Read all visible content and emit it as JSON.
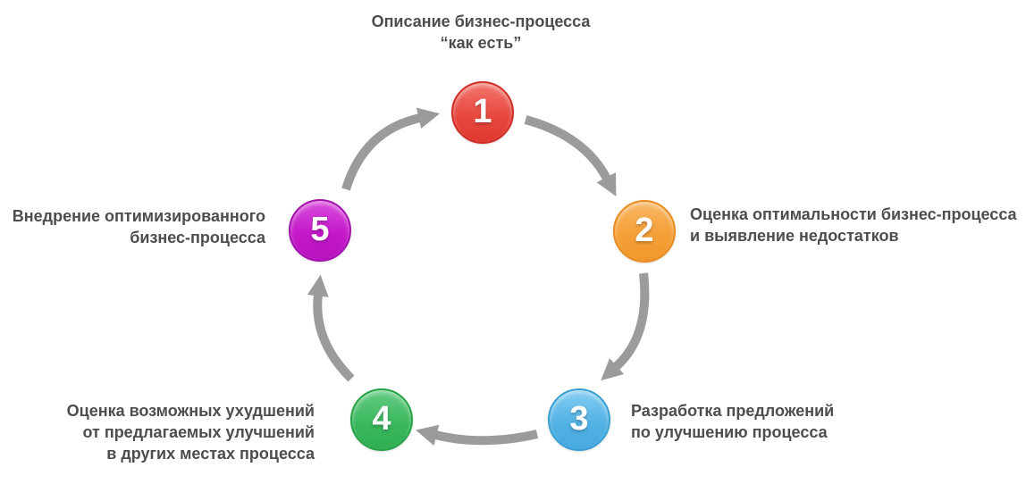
{
  "diagram": {
    "name": "business-process-optimization-cycle",
    "steps": [
      {
        "number": "1",
        "label": "Описание бизнес-процесса\n“как есть”",
        "color": "#e74840",
        "position": "top"
      },
      {
        "number": "2",
        "label": "Оценка оптимальности бизнес-процесса\nи выявление недостатков",
        "color": "#f5a037",
        "position": "right"
      },
      {
        "number": "3",
        "label": "Разработка предложений\nпо улучшению процесса",
        "color": "#53b2e4",
        "position": "bottom-right"
      },
      {
        "number": "4",
        "label": "Оценка возможных ухудшений\nот предлагаемых улучшений\nв других местах процесса",
        "color": "#3bb85e",
        "position": "bottom-left"
      },
      {
        "number": "5",
        "label": "Внедрение оптимизированного\nбизнес-процесса",
        "color": "#c318c9",
        "position": "left"
      }
    ],
    "flow": [
      "1→2",
      "2→3",
      "3→4",
      "4→5",
      "5→1"
    ],
    "colors": {
      "arrow": "#9b9b9b",
      "label_text": "#4d4d4d",
      "background": "#ffffff"
    }
  }
}
